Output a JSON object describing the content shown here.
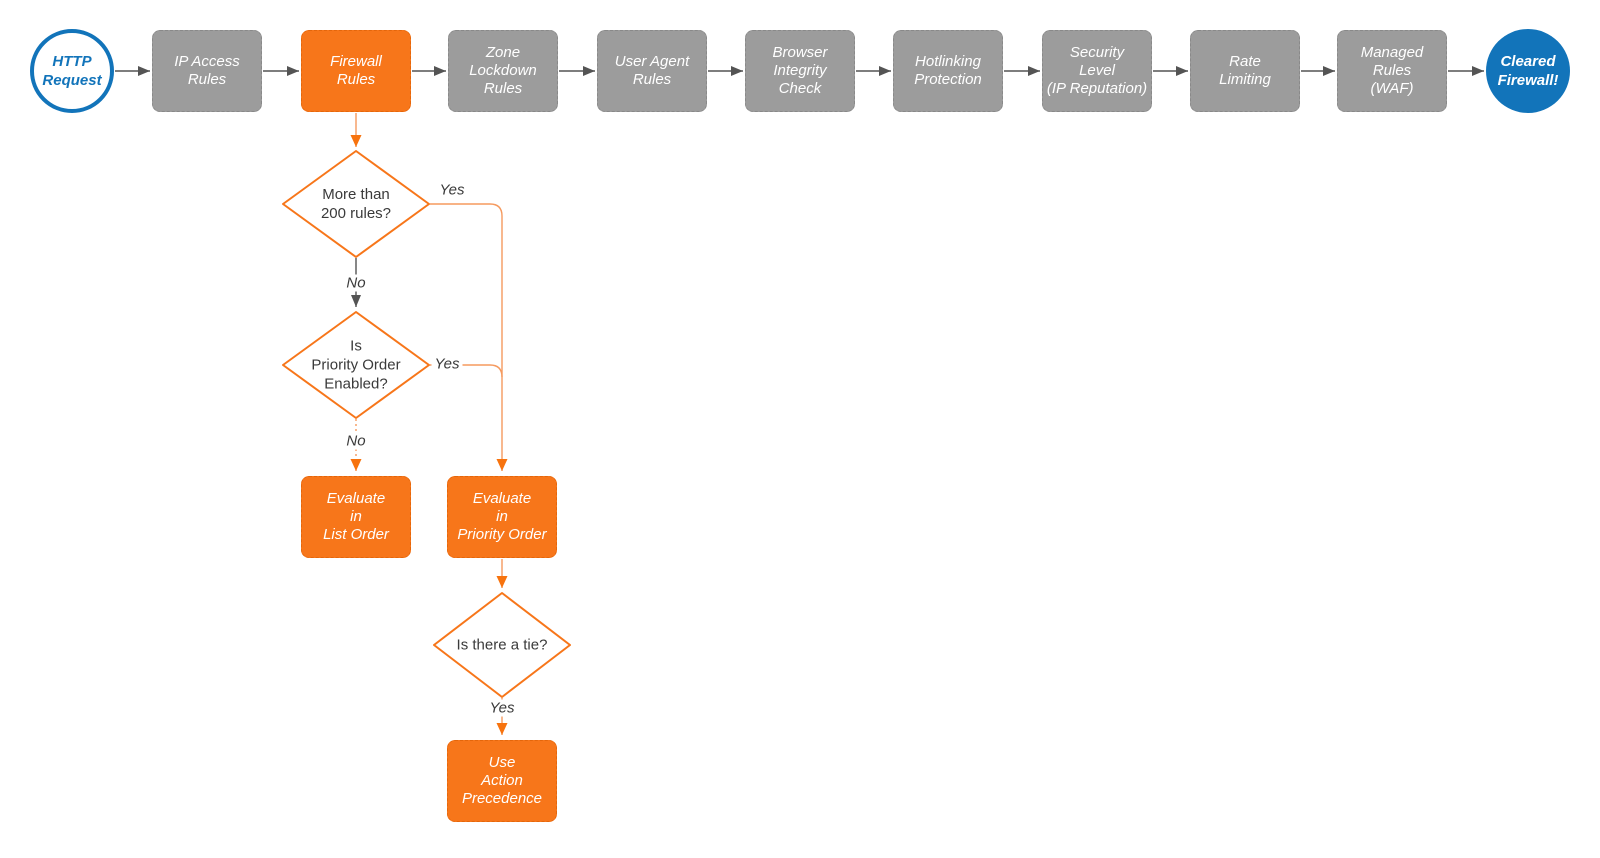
{
  "palette": {
    "orange_fill": "#F7761A",
    "gray_fill": "#9C9C9C",
    "blue": "#1274BA",
    "connector_gray": "#545454",
    "connector_orange": "#F59A5F",
    "text_dark": "#3A3A3A",
    "node_text": "#FFFFFF"
  },
  "pipeline": {
    "start": {
      "label": "HTTP\nRequest"
    },
    "steps": [
      {
        "label": "IP Access\nRules"
      },
      {
        "label": "Firewall\nRules"
      },
      {
        "label": "Zone\nLockdown\nRules"
      },
      {
        "label": "User Agent\nRules"
      },
      {
        "label": "Browser\nIntegrity\nCheck"
      },
      {
        "label": "Hotlinking\nProtection"
      },
      {
        "label": "Security\nLevel\n(IP Reputation)"
      },
      {
        "label": "Rate\nLimiting"
      },
      {
        "label": "Managed\nRules\n(WAF)"
      }
    ],
    "end": {
      "label": "Cleared\nFirewall!"
    }
  },
  "decisions": {
    "more_than_200": {
      "question": "More than\n200 rules?",
      "yes": "Yes",
      "no": "No"
    },
    "priority_order_enabled": {
      "question": "Is\nPriority Order\nEnabled?",
      "yes": "Yes",
      "no": "No"
    },
    "is_there_a_tie": {
      "question": "Is there a tie?",
      "yes": "Yes"
    }
  },
  "results": {
    "evaluate_list": {
      "label": "Evaluate\nin\nList Order"
    },
    "evaluate_priority": {
      "label": "Evaluate\nin\nPriority Order"
    },
    "action_precedence": {
      "label": "Use\nAction\nPrecedence"
    }
  }
}
